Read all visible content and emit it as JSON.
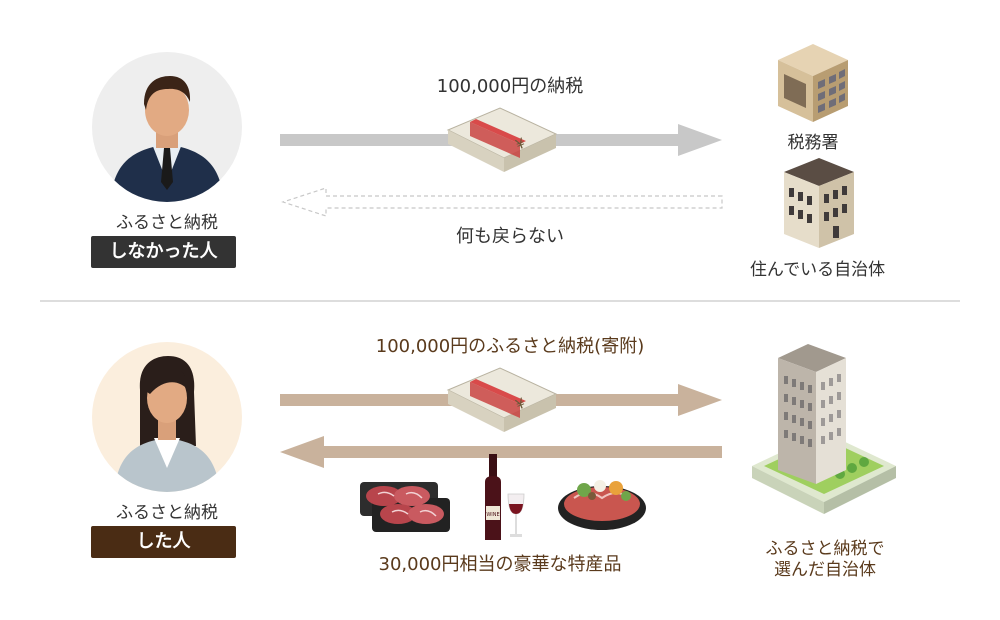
{
  "top": {
    "person_label": "ふるさと納税",
    "person_badge": "しなかった人",
    "arrow_text": "100,000円の納税",
    "return_text": "何も戻らない",
    "tax_office_label": "税務署",
    "municipality_label": "住んでいる自治体"
  },
  "bottom": {
    "person_label": "ふるさと納税",
    "person_badge": "した人",
    "arrow_text": "100,000円のふるさと納税(寄附)",
    "gift_text": "30,000円相当の豪華な特産品",
    "municipality_label_line1": "ふるさと納税で",
    "municipality_label_line2": "選んだ自治体",
    "wine_label": "WINE"
  },
  "colors": {
    "gray_arrow": "#c8c8c8",
    "tan_arrow": "#c9b29c",
    "dark_badge": "#333333",
    "brown_badge": "#4a2c14"
  }
}
